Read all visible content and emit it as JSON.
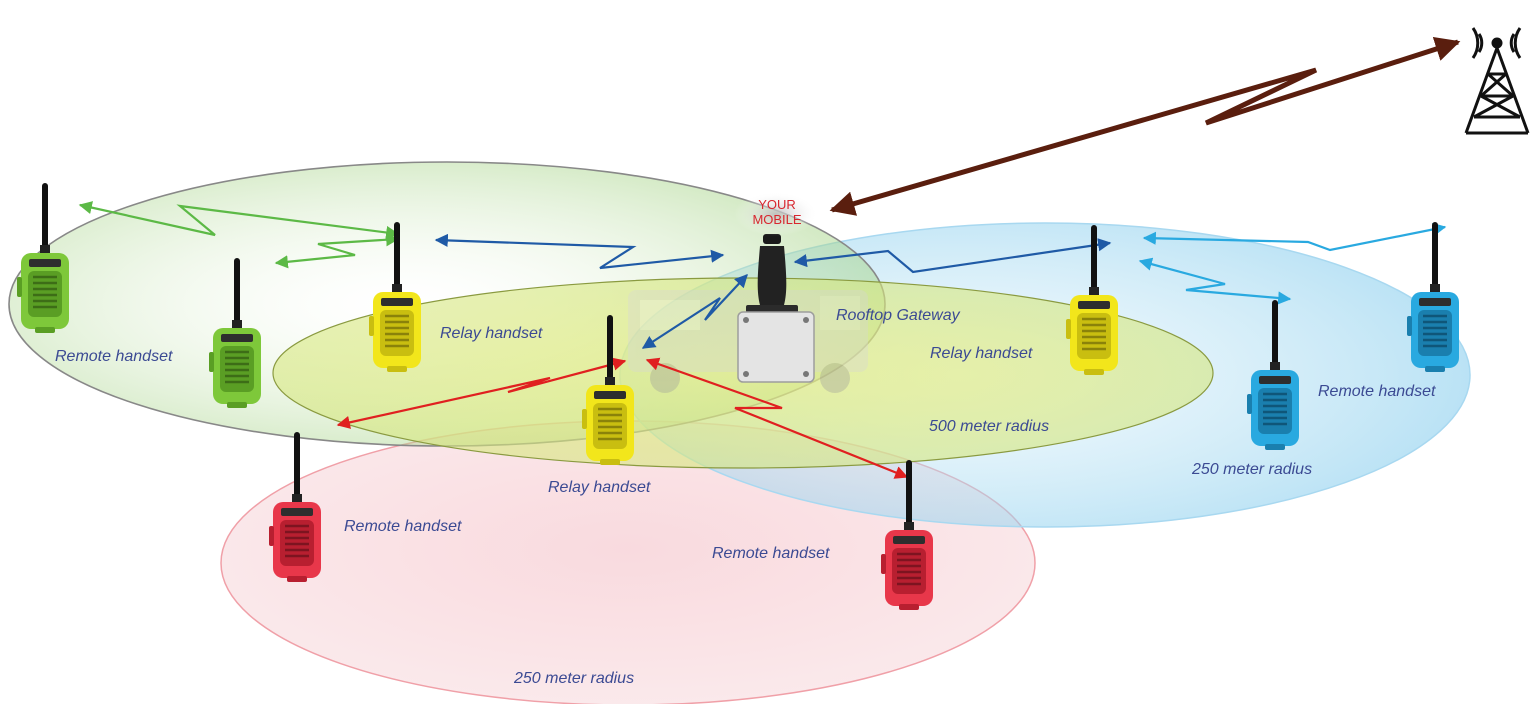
{
  "labels": {
    "remote_green": "Remote handset",
    "relay_left": "Relay  handset",
    "gateway": "Rooftop Gateway",
    "relay_right": "Relay  handset",
    "remote_blue": "Remote handset",
    "radius_500": "500 meter radius",
    "radius_250_blue": "250 meter radius",
    "relay_center": "Relay  handset",
    "remote_red_left": "Remote handset",
    "remote_red_right": "Remote handset",
    "radius_250_red": "250 meter radius",
    "mobile_line1": "YOUR",
    "mobile_line2": "MOBILE"
  },
  "colors": {
    "green_handset": "#7ec83a",
    "yellow_handset": "#f2e61b",
    "red_handset": "#e8374a",
    "blue_handset": "#29a9e0",
    "green_link": "#5cb946",
    "blue_link": "#1f5aa6",
    "red_link": "#e02020",
    "cyan_link": "#29a9e0",
    "cell_link": "#5a1e0e",
    "label_text": "#3b4a93",
    "mobile_text": "#d8262e"
  },
  "icons": {
    "handset": "walkie-talkie-icon",
    "tower": "cell-tower-icon",
    "gateway": "gateway-box-icon",
    "vehicle": "truck-icon"
  }
}
